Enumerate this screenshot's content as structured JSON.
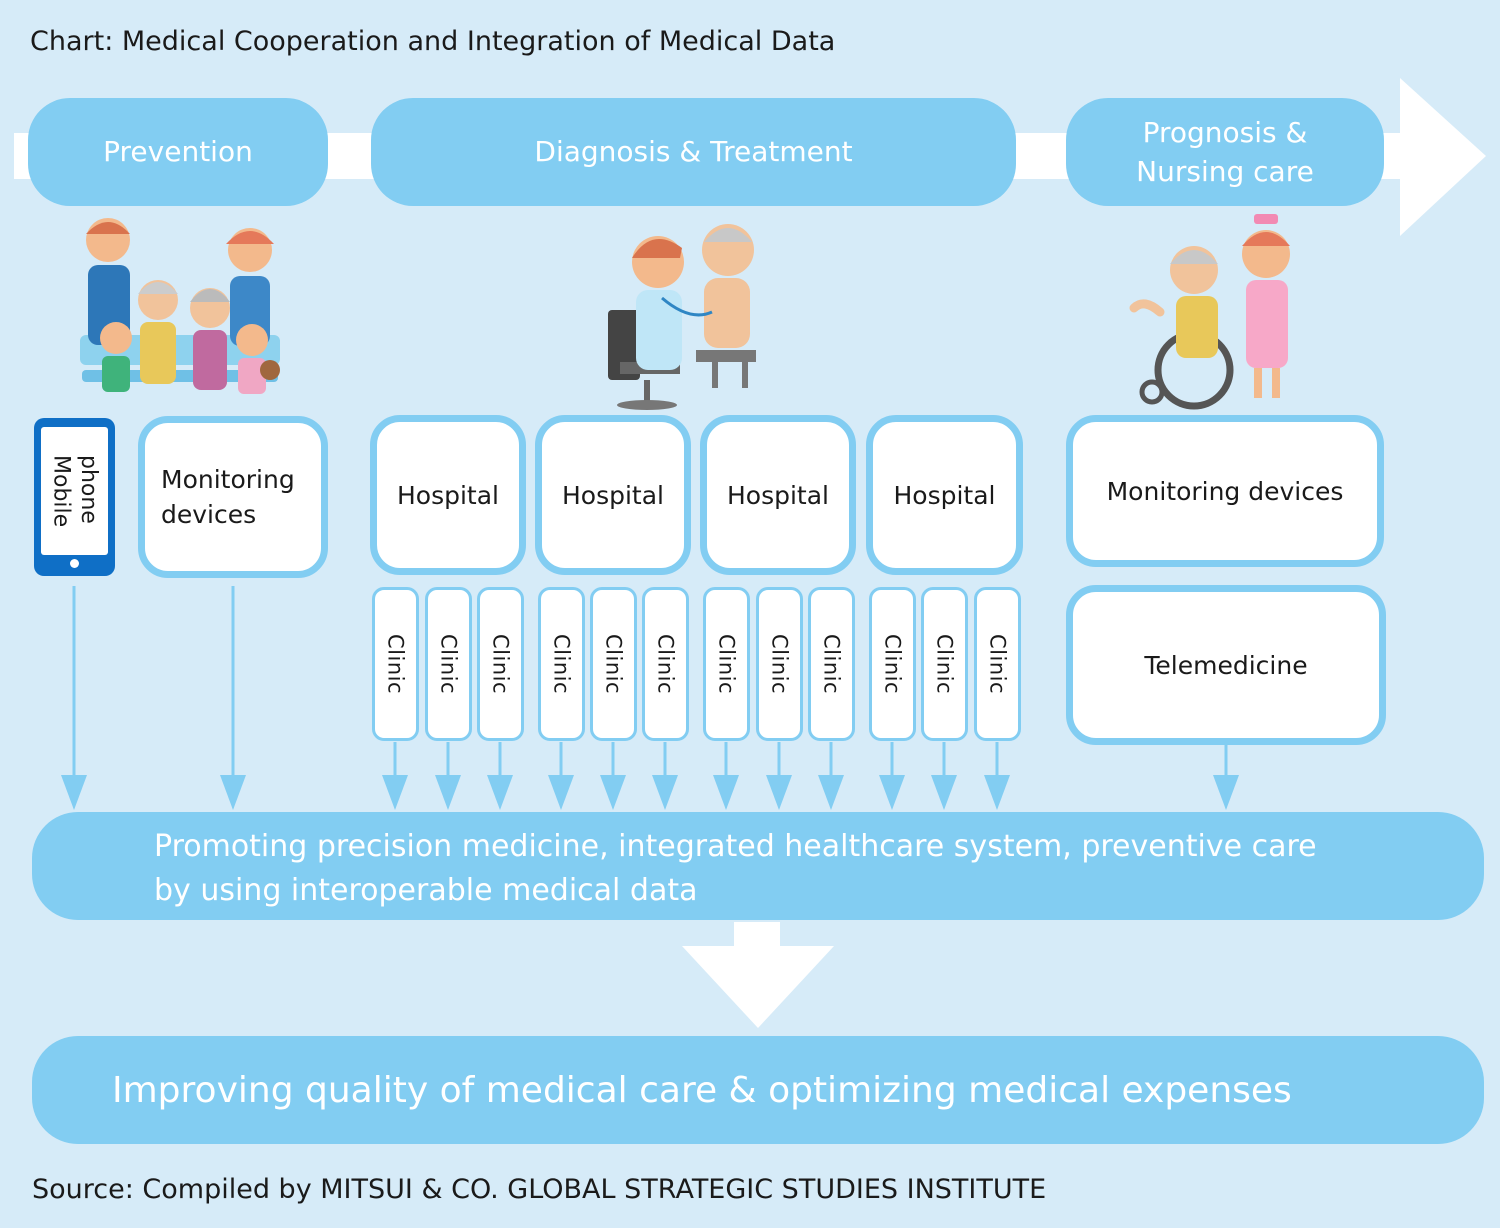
{
  "title": "Chart: Medical Cooperation and Integration of Medical Data",
  "phases": {
    "prevention": "Prevention",
    "diagnosis": "Diagnosis & Treatment",
    "prognosis_line1": "Prognosis &",
    "prognosis_line2": "Nursing care"
  },
  "prevention": {
    "phone_line1": "Mobile",
    "phone_line2": "phone",
    "monitoring_line1": "Monitoring",
    "monitoring_line2": "devices"
  },
  "hospitals": [
    "Hospital",
    "Hospital",
    "Hospital",
    "Hospital"
  ],
  "clinics": [
    "Clinic",
    "Clinic",
    "Clinic",
    "Clinic",
    "Clinic",
    "Clinic",
    "Clinic",
    "Clinic",
    "Clinic",
    "Clinic",
    "Clinic",
    "Clinic"
  ],
  "nursing": {
    "monitoring": "Monitoring devices",
    "telemedicine": "Telemedicine"
  },
  "integration": {
    "line1": "Promoting precision medicine, integrated healthcare system, preventive care",
    "line2": "by using interoperable medical data"
  },
  "outcome": "Improving quality of medical care & optimizing medical expenses",
  "source": "Source: Compiled by MITSUI & CO. GLOBAL STRATEGIC STUDIES INSTITUTE",
  "colors": {
    "background": "#d6ebf8",
    "accent": "#82cdf2",
    "phone": "#0f6fc6"
  }
}
